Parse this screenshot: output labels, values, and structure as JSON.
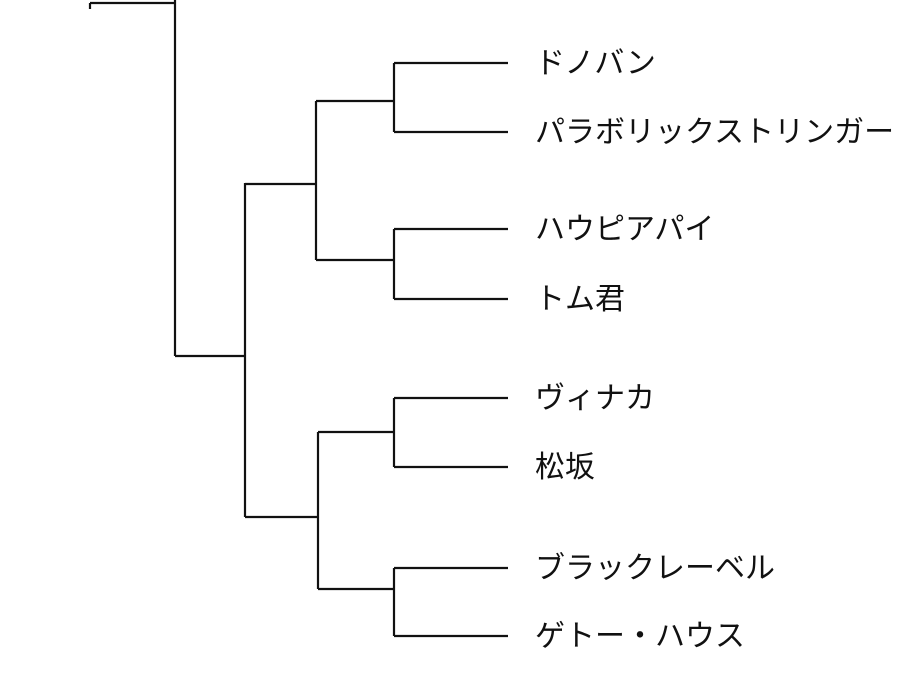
{
  "diagram": {
    "type": "cladogram-tree",
    "orientation": "left-to-right",
    "background_color": "#ffffff",
    "line_color": "#111111",
    "text_color": "#111111",
    "leaves": [
      {
        "label": "ドノバン"
      },
      {
        "label": "パラボリックストリンガー"
      },
      {
        "label": "ハウピアパイ"
      },
      {
        "label": "トム君"
      },
      {
        "label": "ヴィナカ"
      },
      {
        "label": "松坂"
      },
      {
        "label": "ブラックレーベル"
      },
      {
        "label": "ゲトー・ハウス"
      }
    ],
    "hierarchy": {
      "newick": "(((ドノバン,パラボリックストリンガー),(ハウピアパイ,トム君)),((ヴィナカ,松坂),(ブラックレーベル,ゲトー・ハウス)))",
      "sibling_pairs": [
        [
          "ドノバン",
          "パラボリックストリンガー"
        ],
        [
          "ハウピアパイ",
          "トム君"
        ],
        [
          "ヴィナカ",
          "松坂"
        ],
        [
          "ブラックレーベル",
          "ゲトー・ハウス"
        ]
      ],
      "note": "root branch continues off the top-left edge of the image"
    }
  }
}
